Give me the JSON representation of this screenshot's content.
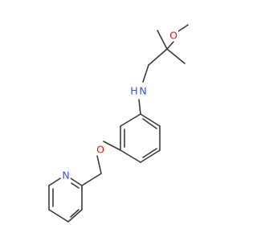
{
  "molecule": {
    "atoms": [
      {
        "id": "N1",
        "symbol": "N",
        "text": "N",
        "color": "#3050f8"
      },
      {
        "id": "H1",
        "symbol": "H",
        "text": "H",
        "color": "#3050f8"
      },
      {
        "id": "O1",
        "symbol": "O",
        "text": "O",
        "color": "#ff0d0d"
      },
      {
        "id": "O2",
        "symbol": "O",
        "text": "O",
        "color": "#ff0d0d"
      },
      {
        "id": "N2",
        "symbol": "N",
        "text": "N",
        "color": "#3050f8"
      }
    ],
    "bond_color": "#3a3a3a"
  }
}
